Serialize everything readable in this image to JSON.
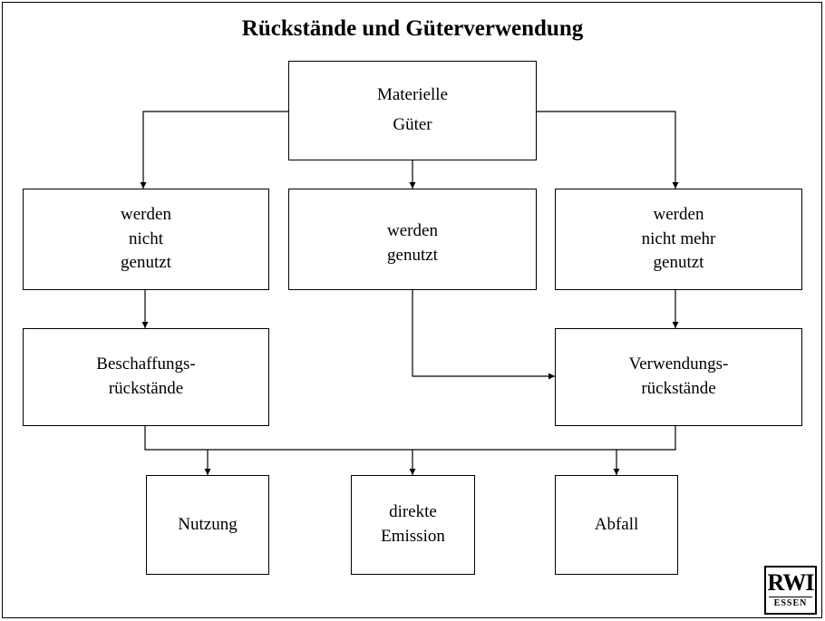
{
  "title": "Rückstände und Güterverwendung",
  "boxes": {
    "materielle_gueter": [
      "Materielle",
      "Güter"
    ],
    "nicht_genutzt": [
      "werden",
      "nicht",
      "genutzt"
    ],
    "genutzt": [
      "werden",
      "genutzt"
    ],
    "nicht_mehr_genutzt": [
      "werden",
      "nicht mehr",
      "genutzt"
    ],
    "beschaffungsrueckstaende": [
      "Beschaffungs-",
      "rückstände"
    ],
    "verwendungsrueckstaende": [
      "Verwendungs-",
      "rückstände"
    ],
    "nutzung": [
      "Nutzung"
    ],
    "direkte_emission": [
      "direkte",
      "Emission"
    ],
    "abfall": [
      "Abfall"
    ]
  },
  "logo": {
    "line1": "RWI",
    "line2": "ESSEN"
  }
}
